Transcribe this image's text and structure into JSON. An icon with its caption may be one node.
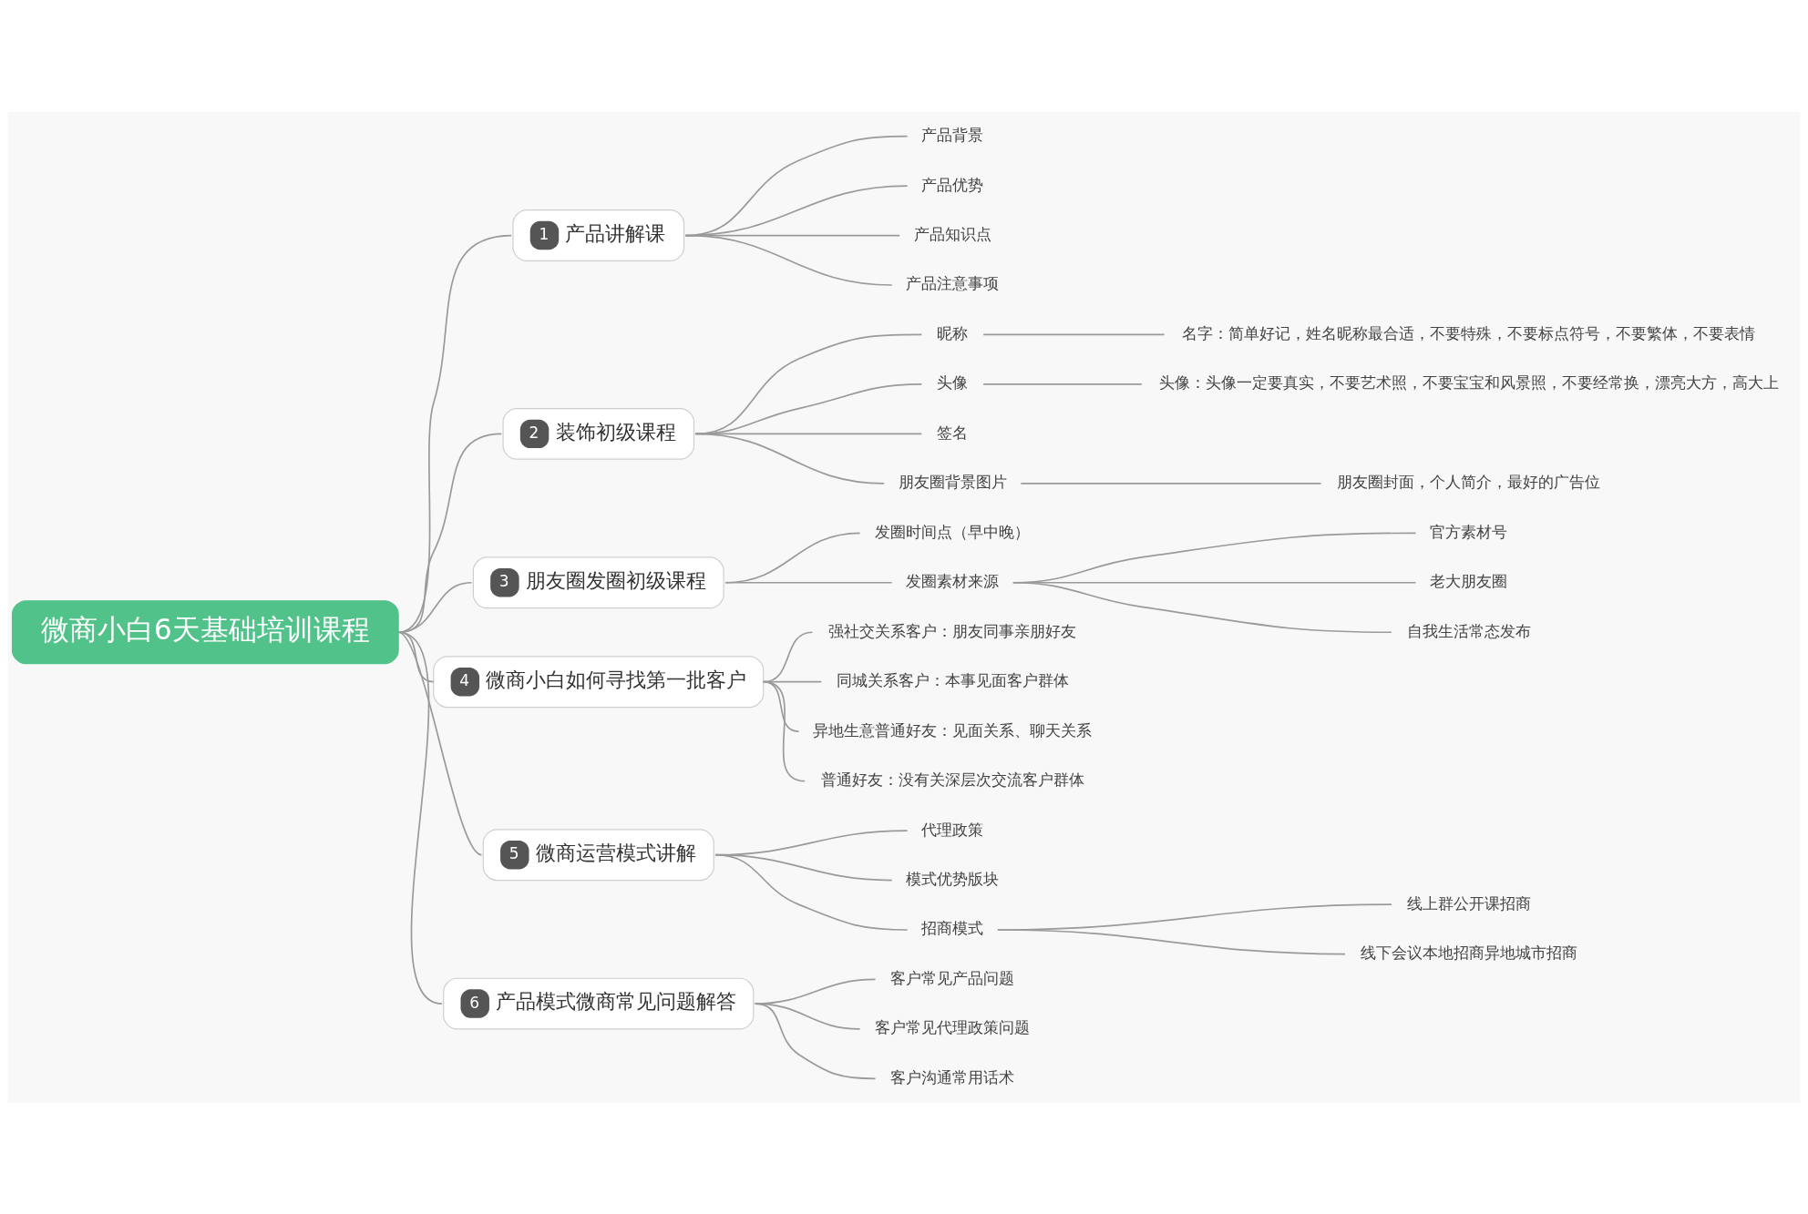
{
  "diagram": {
    "nodes": [
      {
        "text": [
          "微商小白6天基础培训课程"
        ]
      },
      {
        "text": [
          "1",
          "产品讲解课"
        ]
      },
      {
        "text": [
          "产品背景"
        ]
      },
      {
        "text": [
          "产品优势"
        ]
      },
      {
        "text": [
          "产品知识点"
        ]
      },
      {
        "text": [
          "产品注意事项"
        ]
      },
      {
        "text": [
          "2",
          "装饰初级课程"
        ]
      },
      {
        "text": [
          "昵称"
        ]
      },
      {
        "text": [
          "名字：简单好记，姓名昵称最合适，不要特殊，不要标点符号，不要繁体，不要表情"
        ]
      },
      {
        "text": [
          "头像"
        ]
      },
      {
        "text": [
          "头像：头像一定要真实，不要艺术照，不要宝宝和风景照，不要经常换，漂亮大方，高大上"
        ]
      },
      {
        "text": [
          "签名"
        ]
      },
      {
        "text": [
          "朋友圈背景图片"
        ]
      },
      {
        "text": [
          "朋友圈封面，个人简介，最好的广告位"
        ]
      },
      {
        "text": [
          "3",
          "朋友圈发圈初级课程"
        ]
      },
      {
        "text": [
          "发圈时间点（早中晚）"
        ]
      },
      {
        "text": [
          "发圈素材来源"
        ]
      },
      {
        "text": [
          "官方素材号"
        ]
      },
      {
        "text": [
          "老大朋友圈"
        ]
      },
      {
        "text": [
          "自我生活常态发布"
        ]
      },
      {
        "text": [
          "4",
          "微商小白如何寻找第一批客户"
        ]
      },
      {
        "text": [
          "强社交关系客户：朋友同事亲朋好友"
        ]
      },
      {
        "text": [
          "同城关系客户：本事见面客户群体"
        ]
      },
      {
        "text": [
          "异地生意普通好友：见面关系、聊天关系"
        ]
      },
      {
        "text": [
          "普通好友：没有关深层次交流客户群体"
        ]
      },
      {
        "text": [
          "5",
          "微商运营模式讲解"
        ]
      },
      {
        "text": [
          "代理政策"
        ]
      },
      {
        "text": [
          "模式优势版块"
        ]
      },
      {
        "text": [
          "招商模式"
        ]
      },
      {
        "text": [
          "线上群公开课招商"
        ]
      },
      {
        "text": [
          "线下会议本地招商异地城市招商"
        ]
      },
      {
        "text": [
          "6",
          "产品模式微商常见问题解答"
        ]
      },
      {
        "text": [
          "客户常见产品问题"
        ]
      },
      {
        "text": [
          "客户常见代理政策问题"
        ]
      },
      {
        "text": [
          "客户沟通常用话术"
        ]
      }
    ],
    "edges": [
      {
        "from": 0,
        "to": 1,
        "arrow": "none"
      },
      {
        "from": 1,
        "to": 2,
        "arrow": "none"
      },
      {
        "from": 1,
        "to": 3,
        "arrow": "none"
      },
      {
        "from": 1,
        "to": 4,
        "arrow": "none"
      },
      {
        "from": 1,
        "to": 5,
        "arrow": "none"
      },
      {
        "from": 0,
        "to": 6,
        "arrow": "none"
      },
      {
        "from": 6,
        "to": 7,
        "arrow": "none"
      },
      {
        "from": 7,
        "to": 8,
        "arrow": "none"
      },
      {
        "from": 6,
        "to": 9,
        "arrow": "none"
      },
      {
        "from": 9,
        "to": 10,
        "arrow": "none"
      },
      {
        "from": 6,
        "to": 11,
        "arrow": "none"
      },
      {
        "from": 6,
        "to": 12,
        "arrow": "none"
      },
      {
        "from": 12,
        "to": 13,
        "arrow": "none"
      },
      {
        "from": 0,
        "to": 14,
        "arrow": "none"
      },
      {
        "from": 14,
        "to": 15,
        "arrow": "none"
      },
      {
        "from": 14,
        "to": 16,
        "arrow": "none"
      },
      {
        "from": 16,
        "to": 17,
        "arrow": "none"
      },
      {
        "from": 16,
        "to": 18,
        "arrow": "none"
      },
      {
        "from": 16,
        "to": 19,
        "arrow": "none"
      },
      {
        "from": 0,
        "to": 20,
        "arrow": "none"
      },
      {
        "from": 20,
        "to": 21,
        "arrow": "none"
      },
      {
        "from": 20,
        "to": 22,
        "arrow": "none"
      },
      {
        "from": 20,
        "to": 23,
        "arrow": "none"
      },
      {
        "from": 20,
        "to": 24,
        "arrow": "none"
      },
      {
        "from": 0,
        "to": 25,
        "arrow": "none"
      },
      {
        "from": 25,
        "to": 26,
        "arrow": "none"
      },
      {
        "from": 25,
        "to": 27,
        "arrow": "none"
      },
      {
        "from": 25,
        "to": 28,
        "arrow": "none"
      },
      {
        "from": 28,
        "to": 29,
        "arrow": "none"
      },
      {
        "from": 28,
        "to": 30,
        "arrow": "none"
      },
      {
        "from": 0,
        "to": 31,
        "arrow": "none"
      },
      {
        "from": 31,
        "to": 32,
        "arrow": "none"
      },
      {
        "from": 31,
        "to": 33,
        "arrow": "none"
      },
      {
        "from": 31,
        "to": 34,
        "arrow": "none"
      }
    ]
  }
}
